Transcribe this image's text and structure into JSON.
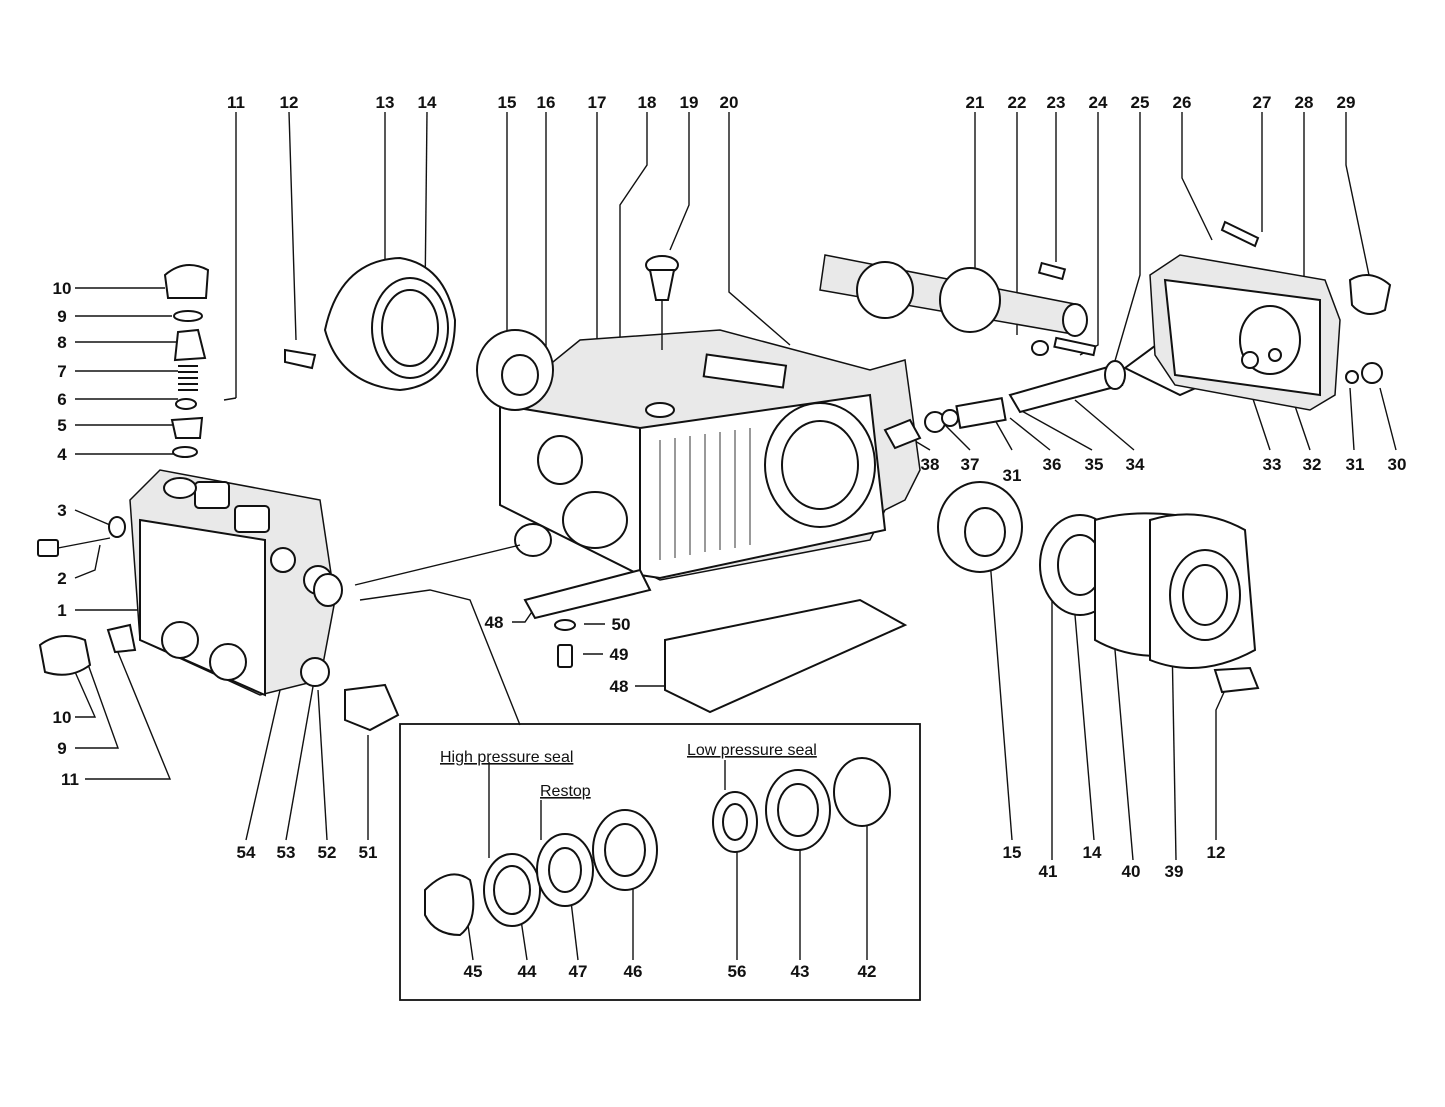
{
  "labels": {
    "l11_top": "11",
    "l12_top": "12",
    "l13": "13",
    "l14_top": "14",
    "l15_top": "15",
    "l16": "16",
    "l17": "17",
    "l18": "18",
    "l19": "19",
    "l20": "20",
    "l21": "21",
    "l22": "22",
    "l23": "23",
    "l24": "24",
    "l25": "25",
    "l26": "26",
    "l27": "27",
    "l28": "28",
    "l29": "29",
    "l10_left": "10",
    "l9_left": "9",
    "l8": "8",
    "l7": "7",
    "l6": "6",
    "l5": "5",
    "l4": "4",
    "l3": "3",
    "l2": "2",
    "l1": "1",
    "l10_low": "10",
    "l9_low": "9",
    "l11_low": "11",
    "l54": "54",
    "l53": "53",
    "l52": "52",
    "l51": "51",
    "l38": "38",
    "l37": "37",
    "l31_mid": "31",
    "l36": "36",
    "l35": "35",
    "l34": "34",
    "l33": "33",
    "l32": "32",
    "l31_right": "31",
    "l30": "30",
    "l48_a": "48",
    "l50": "50",
    "l49": "49",
    "l48_b": "48",
    "l15_low": "15",
    "l41": "41",
    "l14_low": "14",
    "l40": "40",
    "l39": "39",
    "l12_low": "12",
    "l45": "45",
    "l44": "44",
    "l47": "47",
    "l46": "46",
    "l56": "56",
    "l43": "43",
    "l42": "42"
  },
  "captions": {
    "high_pressure_seal": "High pressure seal",
    "restop": "Restop",
    "low_pressure_seal": "Low pressure seal"
  }
}
